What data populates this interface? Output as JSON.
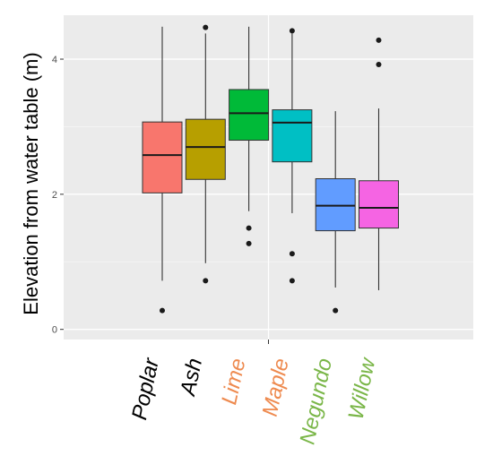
{
  "chart_data": {
    "type": "boxplot",
    "title": "",
    "xlabel": "",
    "ylabel": "Elevation from water table (m)",
    "ylim": [
      -0.15,
      4.65
    ],
    "yticks": [
      0,
      2,
      4
    ],
    "grid": true,
    "legend": "none",
    "panel_background": "#ebebeb",
    "categories": [
      {
        "label": "Poplar",
        "label_color": "#000000",
        "fill": "#f8766d",
        "lower_whisker": 0.72,
        "q1": 2.02,
        "median": 2.58,
        "q3": 3.07,
        "upper_whisker": 4.48,
        "outliers": [
          0.28
        ]
      },
      {
        "label": "Ash",
        "label_color": "#000000",
        "fill": "#b79f00",
        "lower_whisker": 0.98,
        "q1": 2.22,
        "median": 2.7,
        "q3": 3.11,
        "upper_whisker": 4.38,
        "outliers": [
          0.72,
          4.47
        ]
      },
      {
        "label": "Lime",
        "label_color": "#ee8a4f",
        "fill": "#00ba38",
        "lower_whisker": 1.75,
        "q1": 2.8,
        "median": 3.2,
        "q3": 3.55,
        "upper_whisker": 4.48,
        "outliers": [
          1.5,
          1.27
        ]
      },
      {
        "label": "Maple",
        "label_color": "#ee8a4f",
        "fill": "#00bfc4",
        "lower_whisker": 1.72,
        "q1": 2.48,
        "median": 3.06,
        "q3": 3.25,
        "upper_whisker": 4.38,
        "outliers": [
          4.42,
          1.12,
          0.72
        ]
      },
      {
        "label": "Negundo",
        "label_color": "#7ab648",
        "fill": "#619cff",
        "lower_whisker": 0.62,
        "q1": 1.46,
        "median": 1.83,
        "q3": 2.23,
        "upper_whisker": 3.23,
        "outliers": [
          0.28
        ]
      },
      {
        "label": "Willow",
        "label_color": "#7ab648",
        "fill": "#f564e3",
        "lower_whisker": 0.58,
        "q1": 1.5,
        "median": 1.8,
        "q3": 2.2,
        "upper_whisker": 3.27,
        "outliers": [
          4.28,
          3.92
        ]
      }
    ]
  }
}
